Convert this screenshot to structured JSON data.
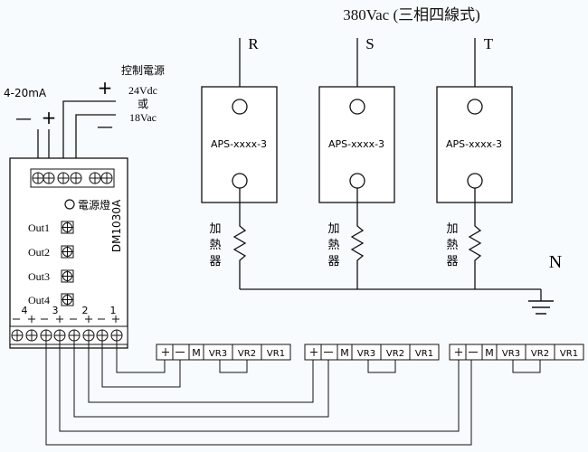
{
  "supply": {
    "title": "380Vac (三相四線式)",
    "phases": [
      "R",
      "S",
      "T"
    ],
    "neutral": "N"
  },
  "ssr": {
    "label": "APS-xxxx-3"
  },
  "heater": {
    "chars": [
      "加",
      "熱",
      "器"
    ]
  },
  "input": {
    "label": "4-20mA",
    "minus": "—",
    "plus": "+"
  },
  "control_power": {
    "title": "控制電源",
    "plus": "+",
    "minus": "—",
    "v1": "24Vdc",
    "or": "或",
    "v2": "18Vac"
  },
  "controller": {
    "model": "DM1030A",
    "power_lamp": "電源燈",
    "outputs": [
      "Out1",
      "Out2",
      "Out3",
      "Out4"
    ],
    "channel_numbers": [
      "4",
      "3",
      "2",
      "1"
    ]
  },
  "module": {
    "m": "M",
    "vr": [
      "VR3",
      "VR2",
      "VR1"
    ]
  }
}
